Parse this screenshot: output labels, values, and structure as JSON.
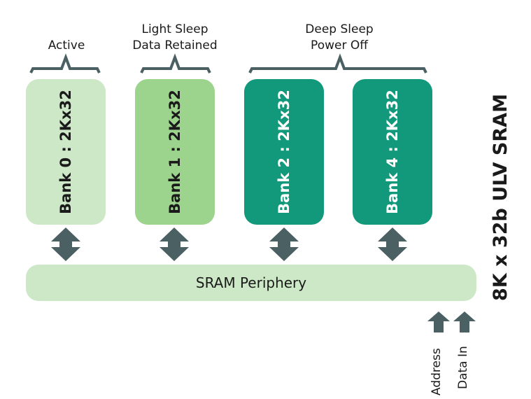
{
  "title": "8K x 32b ULV SRAM",
  "colors": {
    "connector": "#4a6063",
    "active": "#cde8c6",
    "light_sleep": "#9dd48d",
    "deep_sleep": "#12997c",
    "periphery": "#cde8c6",
    "text_dark": "#1a1a1a",
    "text_light": "#ffffff"
  },
  "groups": [
    {
      "line1": "Active",
      "line2": ""
    },
    {
      "line1": "Light Sleep",
      "line2": "Data Retained"
    },
    {
      "line1": "Deep Sleep",
      "line2": "Power Off"
    }
  ],
  "banks": [
    {
      "label": "Bank 0 : 2Kx32",
      "state": "Active"
    },
    {
      "label": "Bank 1 : 2Kx32",
      "state": "Light Sleep"
    },
    {
      "label": "Bank 2 : 2Kx32",
      "state": "Deep Sleep"
    },
    {
      "label": "Bank 4 : 2Kx32",
      "state": "Deep Sleep"
    }
  ],
  "periphery": {
    "label": "SRAM Periphery"
  },
  "inputs": [
    {
      "label": "Address"
    },
    {
      "label": "Data In"
    }
  ]
}
